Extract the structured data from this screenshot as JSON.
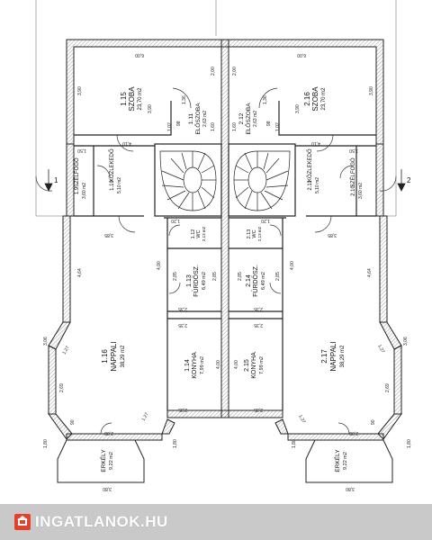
{
  "rooms": {
    "r115": {
      "num": "1.15",
      "name": "SZOBA",
      "area": "23,70 m2"
    },
    "r116": {
      "num": "2.16",
      "name": "SZOBA",
      "area": "23,70 m2"
    },
    "r111": {
      "num": "1.11",
      "name": "ELŐSZOBA",
      "area": "2,63 m2"
    },
    "r212": {
      "num": "2.12",
      "name": "ELŐSZOBA",
      "area": "2,63 m2"
    },
    "r19": {
      "num": "1.9",
      "name": "SZÉLFOGÓ",
      "area": "3,60 m2"
    },
    "r110": {
      "num": "1.10",
      "name": "KÖZLEKEDŐ",
      "area": "5,10 m2"
    },
    "r211": {
      "num": "2.11",
      "name": "KÖZLEKEDŐ",
      "area": "5,10 m2"
    },
    "r210": {
      "num": "2.10",
      "name": "SZÉLFOGÓ",
      "area": "3,60 m2"
    },
    "r112": {
      "num": "1.12",
      "name": "WC",
      "area": "2,13 m2"
    },
    "r213": {
      "num": "2.13",
      "name": "WC",
      "area": "2,13 m2"
    },
    "r113": {
      "num": "1.13",
      "name": "FÜRDŐSZ.",
      "area": "6,49 m2"
    },
    "r214": {
      "num": "2.14",
      "name": "FÜRDŐSZ.",
      "area": "6,49 m2"
    },
    "r116n": {
      "num": "1.16",
      "name": "NAPPALI",
      "area": "38,29 m2"
    },
    "r217": {
      "num": "2.17",
      "name": "NAPPALI",
      "area": "38,29 m2"
    },
    "r114": {
      "num": "1.14",
      "name": "KONYHA",
      "area": "7,99 m2"
    },
    "r215": {
      "num": "2.15",
      "name": "KONYHA",
      "area": "7,99 m2"
    },
    "e1": {
      "name": "ERKÉLY",
      "area": "9,22 m2"
    },
    "e2": {
      "name": "ERKÉLY",
      "area": "9,22 m2"
    }
  },
  "dims": {
    "d600a": "6,00",
    "d600b": "6,00",
    "d390a": "3,90",
    "d390b": "3,90",
    "d390c": "3,90",
    "d390d": "3,90",
    "d200a": "2,00",
    "d200b": "2,00",
    "d410a": "4,10",
    "d410b": "4,10",
    "d150a": "1,50",
    "d150b": "1,50",
    "d102a": "1,02",
    "d102b": "1,02",
    "d160a": "1,60",
    "d160b": "1,60",
    "d098a": "98",
    "d098b": "98",
    "d136a": "1,36",
    "d136b": "1,36",
    "d235a": "2,35",
    "d235b": "2,35",
    "d235c": "2,35",
    "d235d": "2,35",
    "d235e": "2,35",
    "d235f": "2,35",
    "d400a": "4,00",
    "d400b": "4,00",
    "d400c": "4,00",
    "d400d": "4,00",
    "d464a": "4,64",
    "d464b": "4,64",
    "d285a": "2,85",
    "d285b": "2,85",
    "d285c": "2,85",
    "d285d": "2,85",
    "d306a": "3,06",
    "d306b": "3,06",
    "d260a": "2,69",
    "d260b": "2,69",
    "d127a": "1,27",
    "d127b": "1,27",
    "d127c": "1,27",
    "d127d": "1,27",
    "d180a": "1,80",
    "d180b": "1,80",
    "d180c": "1,80",
    "d180d": "1,80",
    "d090a": "90",
    "d090b": "90",
    "d208a": "2,08",
    "d208b": "2,08",
    "d380a": "3,80",
    "d380b": "3,80",
    "d120a": "1,20",
    "d120b": "1,20",
    "d385a": "3,85",
    "d385b": "3,85"
  },
  "markers": {
    "m1": "1",
    "m2": "2"
  },
  "footer": {
    "brand": "INGATLANOK.HU"
  },
  "colors": {
    "wall": "#222222",
    "hatch": "#888888",
    "footer": "#c9c9c9",
    "logo": "#e3422a"
  }
}
